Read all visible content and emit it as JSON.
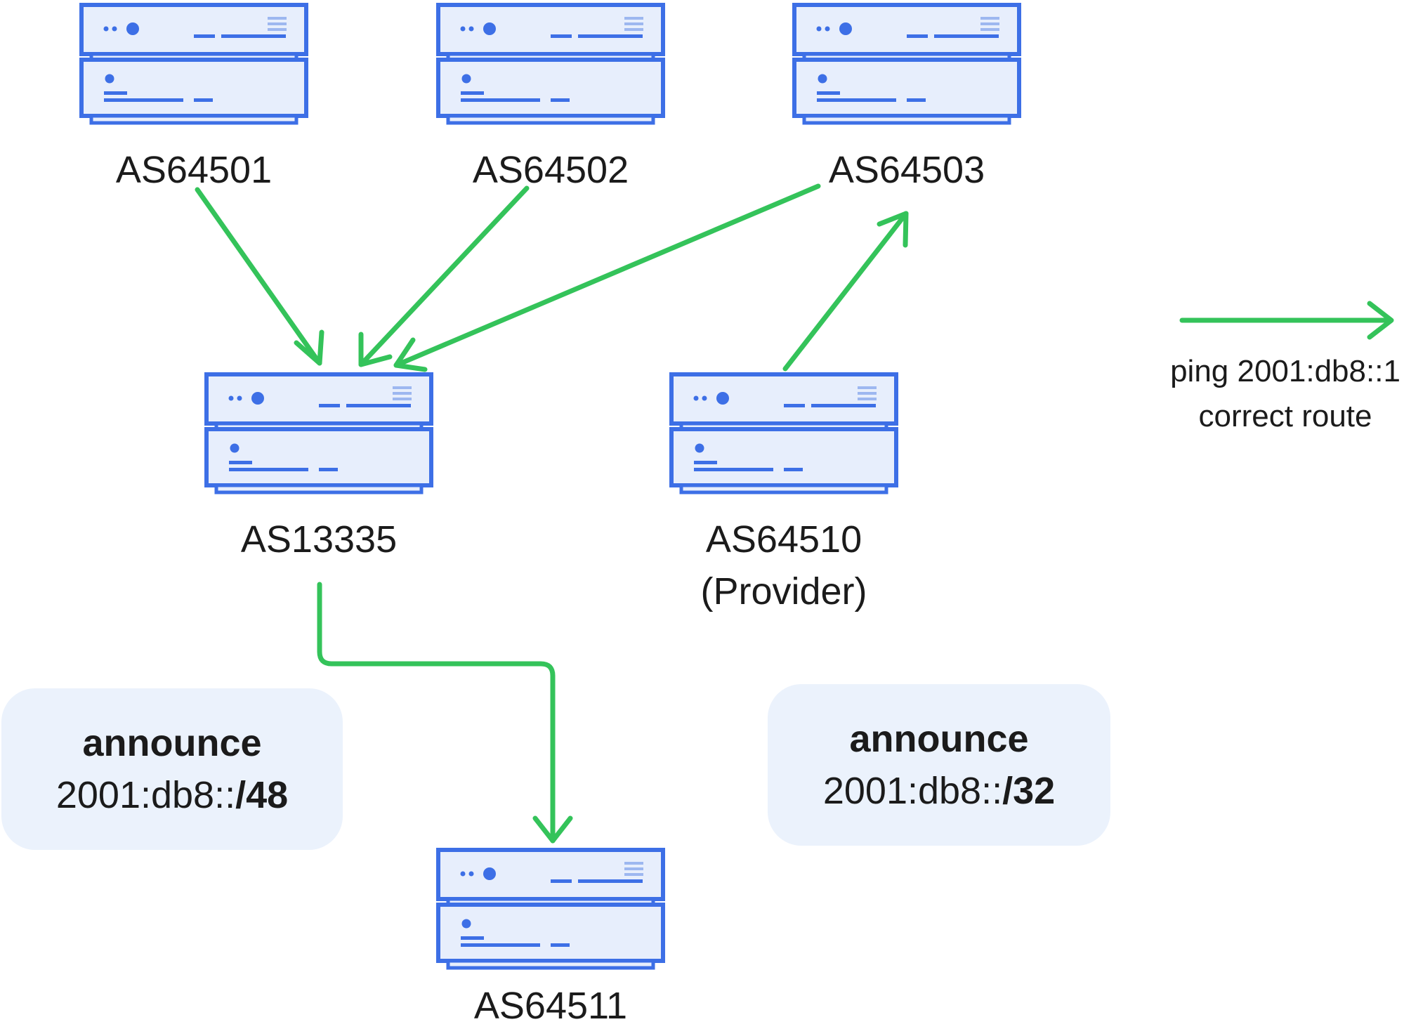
{
  "nodes": {
    "as64501": {
      "label": "AS64501"
    },
    "as64502": {
      "label": "AS64502"
    },
    "as64503": {
      "label": "AS64503"
    },
    "as13335": {
      "label": "AS13335"
    },
    "as64510": {
      "label": "AS64510",
      "sublabel": "(Provider)"
    },
    "as64511": {
      "label": "AS64511"
    }
  },
  "announcements": {
    "left": {
      "title": "announce",
      "prefix_base": "2001:db8::",
      "prefix_len": "/48"
    },
    "right": {
      "title": "announce",
      "prefix_base": "2001:db8::",
      "prefix_len": "/32"
    }
  },
  "legend": {
    "line1": "ping 2001:db8::1",
    "line2": "correct route"
  },
  "colors": {
    "arrow": "#34c35a",
    "server_stroke": "#3d6fe6",
    "server_fill": "#e7eefc",
    "box_fill": "#ebf2fc"
  },
  "icons": {
    "server": "server-stack-icon"
  }
}
